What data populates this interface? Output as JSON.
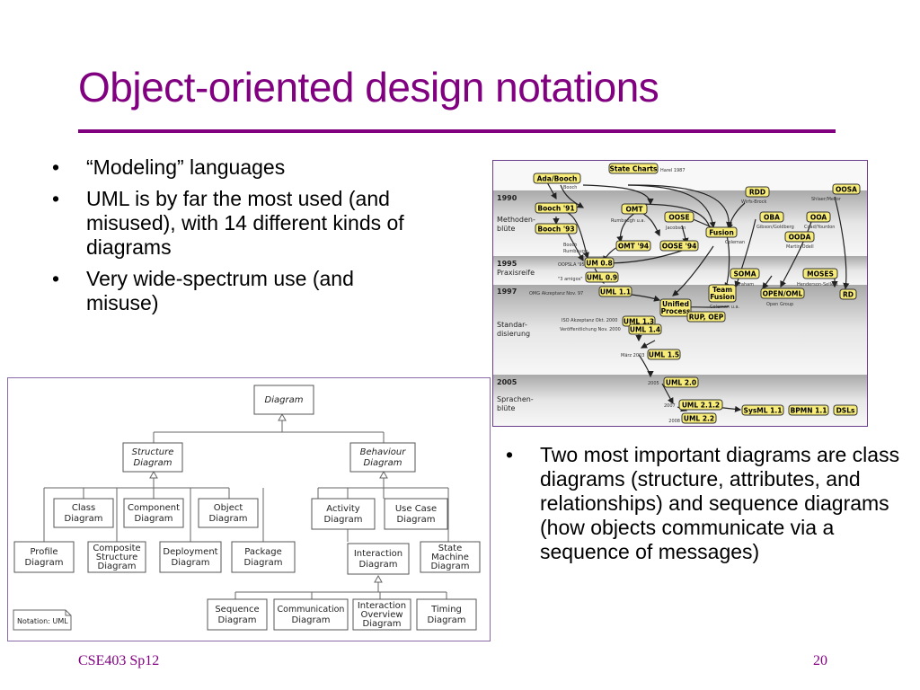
{
  "slide": {
    "title": "Object-oriented design notations",
    "left_bullets": [
      "“Modeling” languages",
      "UML is by far the most used (and misused), with 14 different kinds of diagrams",
      "Very wide-spectrum use (and misuse)"
    ],
    "right_bullets": [
      "Two most important diagrams are class diagrams (structure, attributes, and relationships) and sequence diagrams (how objects communicate via a sequence of messages)"
    ],
    "bullet_glyph": "•",
    "footer_left": "CSE403 Sp12",
    "page_number": "20",
    "accent_color": "#800080"
  },
  "timeline": {
    "eras": [
      {
        "year": "1990",
        "label1": "Methoden-",
        "label2": "blüte"
      },
      {
        "year": "1995",
        "label1": "Praxisreife",
        "label2": ""
      },
      {
        "year": "1997",
        "label1": "Standar-",
        "label2": "disierung"
      },
      {
        "year": "2005",
        "label1": "Sprachen-",
        "label2": "blüte"
      }
    ],
    "boxes": {
      "state_charts": "State Charts",
      "ada_booch": "Ada/Booch",
      "booch91": "Booch '91",
      "booch93": "Booch '93",
      "omt": "OMT",
      "oose": "OOSE",
      "omt94": "OMT '94",
      "oose94": "OOSE '94",
      "fusion": "Fusion",
      "rdd": "RDD",
      "oosa": "OOSA",
      "oba": "OBA",
      "ooa": "OOA",
      "ooda": "OODA",
      "um08": "UM 0.8",
      "uml09": "UML 0.9",
      "uml11": "UML 1.1",
      "unified_process_1": "Unified",
      "unified_process_2": "Process",
      "team_fusion_1": "Team",
      "team_fusion_2": "Fusion",
      "soma": "SOMA",
      "moses": "MOSES",
      "open_oml": "OPEN/OML",
      "rd": "RD",
      "rup_oep": "RUP, OEP",
      "uml13": "UML 1.3",
      "uml14": "UML 1.4",
      "uml15": "UML 1.5",
      "uml20": "UML 2.0",
      "uml212": "UML 2.1.2",
      "uml22": "UML 2.2",
      "sysml": "SysML 1.1",
      "bpmn": "BPMN 1.1",
      "dsls": "DSLs"
    },
    "notes": {
      "harel": "Harel 1987",
      "booch": "Booch",
      "rumbaugh": "Rumbaugh u.a.",
      "jacobson": "Jacobson",
      "booch_rumbaugh_1": "Booch",
      "booch_rumbaugh_2": "Rumbaugh",
      "coleman": "Coleman",
      "wirfs_brock": "Wirfs-Brock",
      "shlaer_mellor": "Shlaer/Mellor",
      "gibson_goldberg": "Gibson/Goldberg",
      "coad_yourdon": "Coad/Yourdon",
      "martin_odell": "Martin/Odell",
      "oopsla95": "OOPSLA '95",
      "three_amigos": "\"3 amigos\"",
      "omg_nov97": "OMG Akzeptanz Nov. 97",
      "coleman_ua": "Coleman u.a.",
      "graham": "Graham",
      "henderson_sellers": "Henderson-Sellers",
      "open_group": "Open Group",
      "iso_okt2000": "ISO Akzeptanz Okt. 2000",
      "veroeff_nov2000": "Veröffentlichung Nov. 2000",
      "maerz2003": "März 2003",
      "y2005": "2005",
      "y2007": "2007",
      "y2008": "2008"
    }
  },
  "uml_hierarchy": {
    "diagram": "Diagram",
    "structure": [
      "Structure",
      "Diagram"
    ],
    "behaviour": [
      "Behaviour",
      "Diagram"
    ],
    "class": [
      "Class",
      "Diagram"
    ],
    "component": [
      "Component",
      "Diagram"
    ],
    "object": [
      "Object",
      "Diagram"
    ],
    "profile": [
      "Profile",
      "Diagram"
    ],
    "composite": [
      "Composite",
      "Structure",
      "Diagram"
    ],
    "deployment": [
      "Deployment",
      "Diagram"
    ],
    "package": [
      "Package",
      "Diagram"
    ],
    "activity": [
      "Activity",
      "Diagram"
    ],
    "use_case": [
      "Use Case",
      "Diagram"
    ],
    "interaction": [
      "Interaction",
      "Diagram"
    ],
    "state_machine": [
      "State",
      "Machine",
      "Diagram"
    ],
    "sequence": [
      "Sequence",
      "Diagram"
    ],
    "communication": [
      "Communication",
      "Diagram"
    ],
    "interaction_overview": [
      "Interaction",
      "Overview",
      "Diagram"
    ],
    "timing": [
      "Timing",
      "Diagram"
    ],
    "notation": "Notation: UML"
  }
}
